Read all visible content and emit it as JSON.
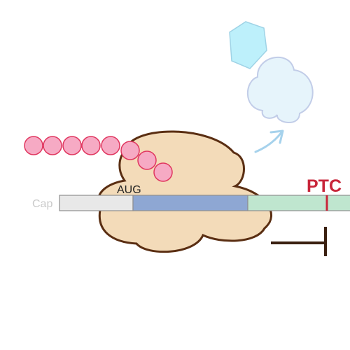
{
  "labels": {
    "cap": "Cap",
    "aug": "AUG",
    "ptc": "PTC"
  },
  "peptide_bead_count": 8,
  "colors": {
    "background": "#ffffff",
    "ribosome_fill": "#f3dbb9",
    "ribosome_stroke": "#5a2e12",
    "utr5_fill": "#e8e8e8",
    "cds_fill": "#8ea7d3",
    "utr3_fill": "#bfe6cf",
    "mrna_stroke": "#8f8f8f",
    "ptc_color": "#c8253a",
    "cap_text": "#c9c9c9",
    "aug_text": "#222222",
    "peptide_fill": "#f6aac4",
    "peptide_stroke": "#e0365f",
    "factor_hexagon_fill": "#bdf0fb",
    "factor_hexagon_stroke": "#9fd3e6",
    "factor_complex_fill": "#e6f4fb",
    "factor_complex_stroke": "#c2cde8",
    "release_arrow": "#a6d2ec",
    "inhibition_symbol": "#3a2010"
  },
  "icons": {
    "release_arrow": "curved-arrow-icon",
    "inhibition": "inhibition-bar-icon"
  }
}
